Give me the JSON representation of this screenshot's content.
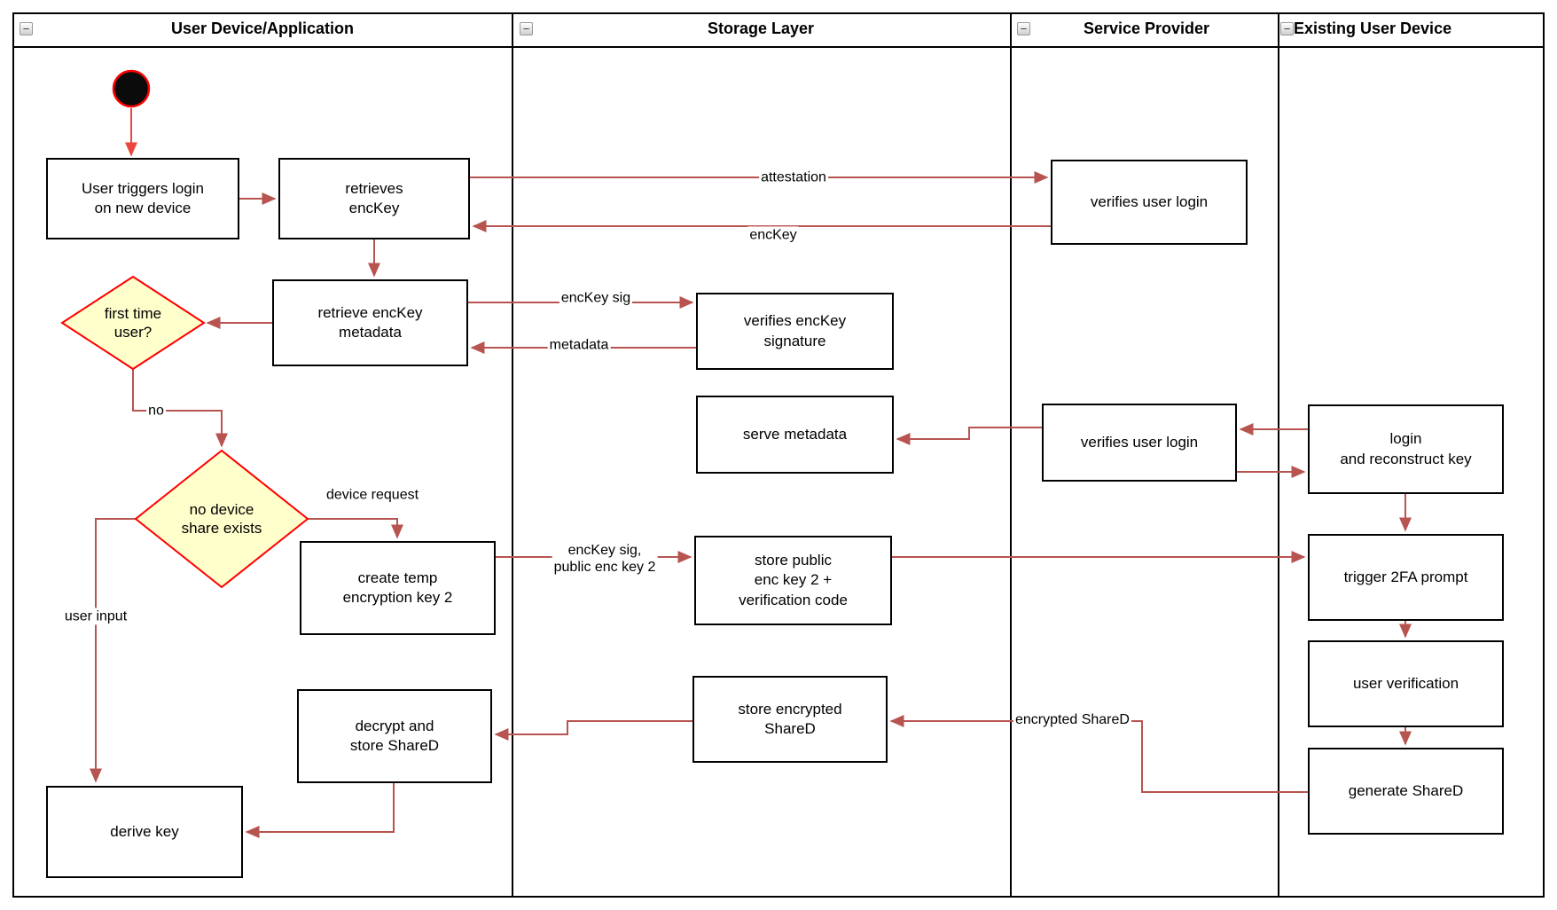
{
  "lanes": {
    "lane1": {
      "title": "User Device/Application"
    },
    "lane2": {
      "title": "Storage Layer"
    },
    "lane3": {
      "title": "Service Provider"
    },
    "lane4": {
      "title": "Existing User Device"
    }
  },
  "icons": {
    "collapse": "−"
  },
  "nodes": {
    "user_triggers": {
      "label": "User triggers login\non new device"
    },
    "retrieves_enckey": {
      "label": "retrieves\nencKey"
    },
    "retrieve_metadata": {
      "label": "retrieve encKey\nmetadata"
    },
    "first_time_user": {
      "label": "first time\nuser?"
    },
    "no_device_share": {
      "label": "no device\nshare exists"
    },
    "create_temp_key": {
      "label": "create temp\nencryption key 2"
    },
    "decrypt_store_shared": {
      "label": "decrypt and\nstore ShareD"
    },
    "derive_key": {
      "label": "derive key"
    },
    "verifies_enckey_signature": {
      "label": "verifies encKey\nsignature"
    },
    "serve_metadata": {
      "label": "serve metadata"
    },
    "store_public_enc_key": {
      "label": "store public\nenc key 2 +\nverification code"
    },
    "store_encrypted_shared": {
      "label": "store encrypted\nShareD"
    },
    "verifies_user_login_top": {
      "label": "verifies user login"
    },
    "verifies_user_login_mid": {
      "label": "verifies user login"
    },
    "login_reconstruct_key": {
      "label": "login\nand reconstruct key"
    },
    "trigger_2fa_prompt": {
      "label": "trigger 2FA prompt"
    },
    "user_verification": {
      "label": "user verification"
    },
    "generate_shared": {
      "label": "generate ShareD"
    }
  },
  "edge_labels": {
    "attestation": "attestation",
    "enckey": "encKey",
    "enckey_sig": "encKey sig",
    "metadata": "metadata",
    "no": "no",
    "device_request": "device request",
    "user_input": "user input",
    "enckey_sig_public": "encKey sig,\npublic enc key 2",
    "encrypted_shared": "encrypted ShareD"
  },
  "colors": {
    "edge": "#B85450",
    "start_edge": "#E8473F",
    "decision_stroke": "#FF0000",
    "decision_fill": "#FFFFCC",
    "node_border": "#000000",
    "lane_border": "#000000"
  }
}
